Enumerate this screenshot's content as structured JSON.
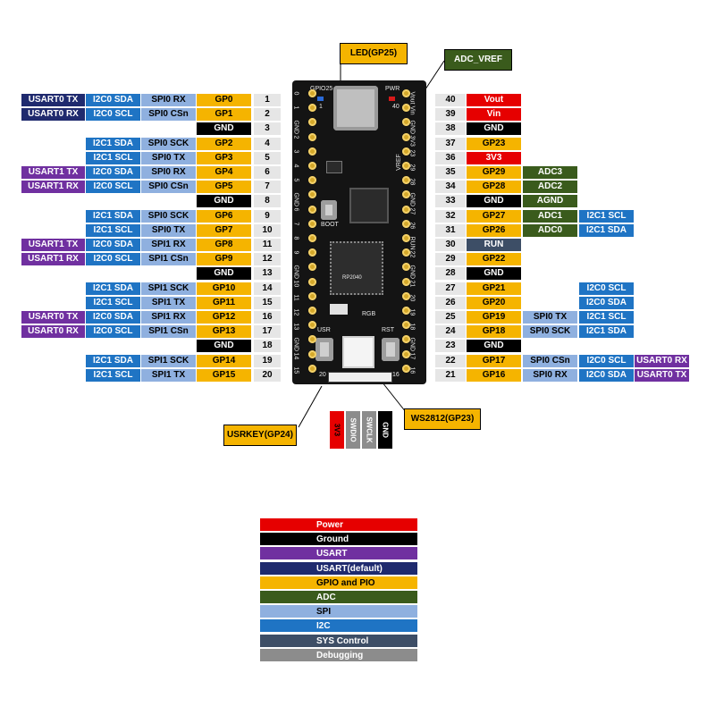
{
  "colors": {
    "power": "#e60000",
    "ground": "#000000",
    "usart": "#7030a0",
    "usart_default": "#1f2a6e",
    "gpio_pio": "#f5b400",
    "adc": "#3a5b1c",
    "spi": "#8fb0df",
    "i2c": "#1f74c4",
    "sys": "#3d4e66",
    "debug": "#8c8c8c"
  },
  "left_pins": [
    {
      "num": "1",
      "gpio": "GP0",
      "spi": "SPI0 RX",
      "i2c": "I2C0 SDA",
      "usart": "USART0 TX",
      "usart_type": "usart_default"
    },
    {
      "num": "2",
      "gpio": "GP1",
      "spi": "SPI0 CSn",
      "i2c": "I2C0 SCL",
      "usart": "USART0 RX",
      "usart_type": "usart_default"
    },
    {
      "num": "3",
      "gpio": "GND",
      "gnd": true
    },
    {
      "num": "4",
      "gpio": "GP2",
      "spi": "SPI0 SCK",
      "i2c": "I2C1 SDA"
    },
    {
      "num": "5",
      "gpio": "GP3",
      "spi": "SPI0 TX",
      "i2c": "I2C1 SCL"
    },
    {
      "num": "6",
      "gpio": "GP4",
      "spi": "SPI0 RX",
      "i2c": "I2C0 SDA",
      "usart": "USART1 TX",
      "usart_type": "usart"
    },
    {
      "num": "7",
      "gpio": "GP5",
      "spi": "SPI0 CSn",
      "i2c": "I2C0 SCL",
      "usart": "USART1 RX",
      "usart_type": "usart"
    },
    {
      "num": "8",
      "gpio": "GND",
      "gnd": true
    },
    {
      "num": "9",
      "gpio": "GP6",
      "spi": "SPI0 SCK",
      "i2c": "I2C1 SDA"
    },
    {
      "num": "10",
      "gpio": "GP7",
      "spi": "SPI0 TX",
      "i2c": "I2C1 SCL"
    },
    {
      "num": "11",
      "gpio": "GP8",
      "spi": "SPI1 RX",
      "i2c": "I2C0 SDA",
      "usart": "USART1 TX",
      "usart_type": "usart"
    },
    {
      "num": "12",
      "gpio": "GP9",
      "spi": "SPI1 CSn",
      "i2c": "I2C0 SCL",
      "usart": "USART1 RX",
      "usart_type": "usart"
    },
    {
      "num": "13",
      "gpio": "GND",
      "gnd": true
    },
    {
      "num": "14",
      "gpio": "GP10",
      "spi": "SPI1 SCK",
      "i2c": "I2C1 SDA"
    },
    {
      "num": "15",
      "gpio": "GP11",
      "spi": "SPI1 TX",
      "i2c": "I2C1 SCL"
    },
    {
      "num": "16",
      "gpio": "GP12",
      "spi": "SPI1 RX",
      "i2c": "I2C0 SDA",
      "usart": "USART0 TX",
      "usart_type": "usart"
    },
    {
      "num": "17",
      "gpio": "GP13",
      "spi": "SPI1 CSn",
      "i2c": "I2C0 SCL",
      "usart": "USART0 RX",
      "usart_type": "usart"
    },
    {
      "num": "18",
      "gpio": "GND",
      "gnd": true
    },
    {
      "num": "19",
      "gpio": "GP14",
      "spi": "SPI1 SCK",
      "i2c": "I2C1 SDA"
    },
    {
      "num": "20",
      "gpio": "GP15",
      "spi": "SPI1 TX",
      "i2c": "I2C1 SCL"
    }
  ],
  "right_pins": [
    {
      "num": "40",
      "main": "Vout",
      "type": "power"
    },
    {
      "num": "39",
      "main": "Vin",
      "type": "power"
    },
    {
      "num": "38",
      "main": "GND",
      "type": "ground"
    },
    {
      "num": "37",
      "main": "GP23",
      "type": "gpio_pio"
    },
    {
      "num": "36",
      "main": "3V3",
      "type": "power"
    },
    {
      "num": "35",
      "main": "GP29",
      "type": "gpio_pio",
      "c1": "ADC3",
      "c1_type": "adc"
    },
    {
      "num": "34",
      "main": "GP28",
      "type": "gpio_pio",
      "c1": "ADC2",
      "c1_type": "adc"
    },
    {
      "num": "33",
      "main": "GND",
      "type": "ground",
      "c1": "AGND",
      "c1_type": "adc"
    },
    {
      "num": "32",
      "main": "GP27",
      "type": "gpio_pio",
      "c1": "ADC1",
      "c1_type": "adc",
      "c2": "I2C1 SCL",
      "c2_type": "i2c"
    },
    {
      "num": "31",
      "main": "GP26",
      "type": "gpio_pio",
      "c1": "ADC0",
      "c1_type": "adc",
      "c2": "I2C1 SDA",
      "c2_type": "i2c"
    },
    {
      "num": "30",
      "main": "RUN",
      "type": "sys"
    },
    {
      "num": "29",
      "main": "GP22",
      "type": "gpio_pio"
    },
    {
      "num": "28",
      "main": "GND",
      "type": "ground"
    },
    {
      "num": "27",
      "main": "GP21",
      "type": "gpio_pio",
      "c2": "I2C0 SCL",
      "c2_type": "i2c"
    },
    {
      "num": "26",
      "main": "GP20",
      "type": "gpio_pio",
      "c2": "I2C0 SDA",
      "c2_type": "i2c"
    },
    {
      "num": "25",
      "main": "GP19",
      "type": "gpio_pio",
      "c1": "SPI0 TX",
      "c1_type": "spi",
      "c2": "I2C1 SCL",
      "c2_type": "i2c"
    },
    {
      "num": "24",
      "main": "GP18",
      "type": "gpio_pio",
      "c1": "SPI0 SCK",
      "c1_type": "spi",
      "c2": "I2C1 SDA",
      "c2_type": "i2c"
    },
    {
      "num": "23",
      "main": "GND",
      "type": "ground"
    },
    {
      "num": "22",
      "main": "GP17",
      "type": "gpio_pio",
      "c1": "SPI0 CSn",
      "c1_type": "spi",
      "c2": "I2C0 SCL",
      "c2_type": "i2c",
      "c3": "USART0 RX",
      "c3_type": "usart"
    },
    {
      "num": "21",
      "main": "GP16",
      "type": "gpio_pio",
      "c1": "SPI0 RX",
      "c1_type": "spi",
      "c2": "I2C0 SDA",
      "c2_type": "i2c",
      "c3": "USART0 TX",
      "c3_type": "usart"
    }
  ],
  "callouts": {
    "led": "LED(GP25)",
    "adc_vref": "ADC_VREF",
    "userkey": "USRKEY(GP24)",
    "ws2812": "WS2812(GP23)"
  },
  "debug_header": [
    "3V3",
    "SWDIO",
    "SWCLK",
    "GND"
  ],
  "board_labels": {
    "gpio25": "GPIO25",
    "pwr": "PWR",
    "boot": "BOOT",
    "chip": "RP2040",
    "rgb": "RGB",
    "usr": "USR",
    "rst": "RST",
    "vref": "VREF",
    "left_silk": [
      "0",
      "1",
      "GND",
      "2",
      "3",
      "4",
      "5",
      "GND",
      "6",
      "7",
      "8",
      "9",
      "GND",
      "10",
      "11",
      "12",
      "13",
      "GND",
      "14",
      "15"
    ],
    "right_silk": [
      "Vout",
      "Vin",
      "GND",
      "3V3",
      "23",
      "29",
      "28",
      "GND",
      "27",
      "26",
      "RUN",
      "22",
      "GND",
      "21",
      "20",
      "19",
      "18",
      "GND",
      "17",
      "16"
    ],
    "silk_numbers": {
      "left_top": "1",
      "right_top": "40",
      "bottom_left": "20",
      "bottom_right": "16"
    }
  },
  "legend": [
    {
      "label": "Power",
      "type": "power"
    },
    {
      "label": "Ground",
      "type": "ground"
    },
    {
      "label": "USART",
      "type": "usart"
    },
    {
      "label": "USART(default)",
      "type": "usart_default"
    },
    {
      "label": "GPIO and PIO",
      "type": "gpio_pio"
    },
    {
      "label": "ADC",
      "type": "adc"
    },
    {
      "label": "SPI",
      "type": "spi"
    },
    {
      "label": "I2C",
      "type": "i2c"
    },
    {
      "label": "SYS Control",
      "type": "sys"
    },
    {
      "label": "Debugging",
      "type": "debug"
    }
  ]
}
